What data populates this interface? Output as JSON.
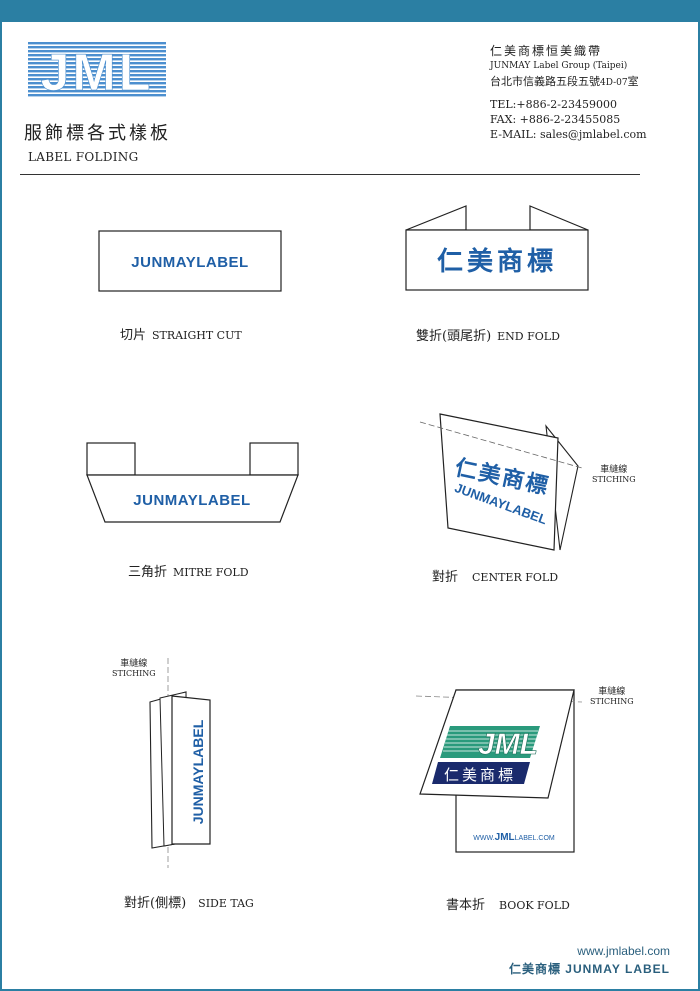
{
  "header": {
    "logo_text": "JML",
    "title_cn": "服飾標各式樣板",
    "title_en": "LABEL FOLDING"
  },
  "company": {
    "name_cn": "仁美商標恒美織帶",
    "name_en": "JUNMAY Label Group (Taipei)",
    "address": "台北市信義路五段五號",
    "address_room": "4D-07",
    "address_suffix": "室",
    "tel": "TEL:+886-2-23459000",
    "fax": "FAX: +886-2-23455085",
    "email": "E-MAIL: sales@jmlabel.com"
  },
  "labels": {
    "brand_en": "JUNMAYLABEL",
    "brand_cn": "仁美商標",
    "book_logo": "JML",
    "book_url_prefix": "WWW.",
    "book_url_bold": "JML",
    "book_url_suffix": "LABEL.COM"
  },
  "folds": {
    "straight_cut": {
      "cn": "切片",
      "en": "STRAIGHT CUT"
    },
    "end_fold": {
      "cn": "雙折(頭尾折)",
      "en": "END FOLD"
    },
    "mitre_fold": {
      "cn": "三角折",
      "en": "MITRE FOLD"
    },
    "center_fold": {
      "cn": "對折",
      "en": "CENTER FOLD"
    },
    "side_tag": {
      "cn": "對折(側標)",
      "en": "SIDE TAG"
    },
    "book_fold": {
      "cn": "書本折",
      "en": "BOOK FOLD"
    }
  },
  "stitching": {
    "cn": "車縫線",
    "en": "STICHING"
  },
  "footer": {
    "url": "www.jmlabel.com",
    "brand": "仁美商標 JUNMAY LABEL"
  },
  "colors": {
    "frame": "#2b7fa3",
    "logo": "#4c8fcf",
    "label_text": "#1f5fa6",
    "book_green": "#2a9a7c",
    "book_navy": "#1a2a6c"
  }
}
